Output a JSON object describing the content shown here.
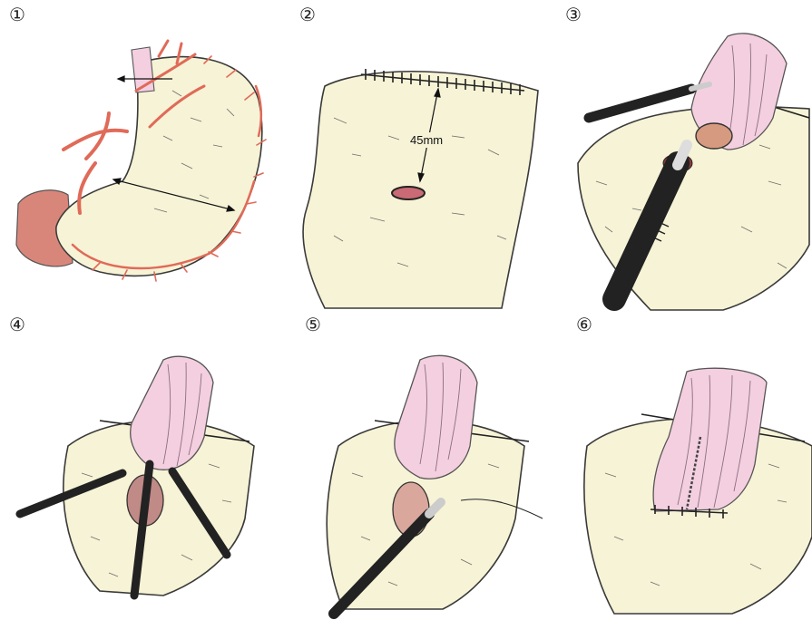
{
  "steps": [
    {
      "number": "①"
    },
    {
      "number": "②",
      "measurement": "45mm"
    },
    {
      "number": "③"
    },
    {
      "number": "④"
    },
    {
      "number": "⑤"
    },
    {
      "number": "⑥"
    }
  ],
  "colors": {
    "stomach_fill": "#f7f3d6",
    "vessel": "#e06a58",
    "esophagus": "#f4cfe0",
    "instrument": "#222222",
    "outline": "#3a3a3a"
  }
}
